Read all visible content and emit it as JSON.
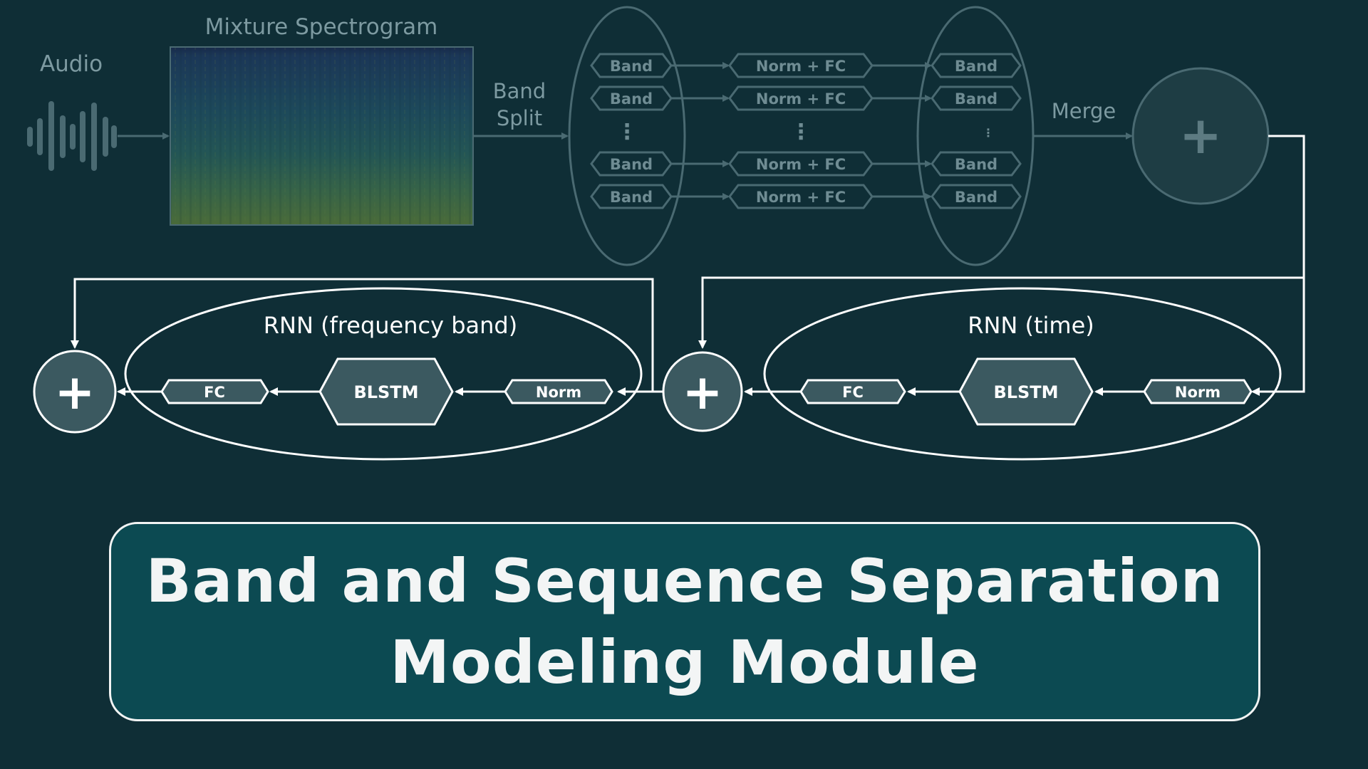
{
  "colors": {
    "background": "#0f2e36",
    "dim_stroke": "#4a6a72",
    "dim_text": "#7d9aa1",
    "box_fill": "#3b5960",
    "bright_stroke": "#ffffff",
    "title_fill": "#0c4a52"
  },
  "top": {
    "audio_label": "Audio",
    "spectrogram_label": "Mixture Spectrogram",
    "band_split_label_1": "Band",
    "band_split_label_2": "Split",
    "merge_label": "Merge",
    "band_label": "Band",
    "norm_fc_label": "Norm + FC",
    "ellipsis": "⋮",
    "plus": "+"
  },
  "rnn_freq": {
    "title": "RNN (frequency band)",
    "fc": "FC",
    "blstm": "BLSTM",
    "norm": "Norm"
  },
  "rnn_time": {
    "title": "RNN (time)",
    "fc": "FC",
    "blstm": "BLSTM",
    "norm": "Norm"
  },
  "sum_symbol": "+",
  "icons": [
    "waveform-icon",
    "plus-icon",
    "arrow-icon"
  ],
  "title": {
    "line1": "Band and Sequence Separation",
    "line2": "Modeling Module"
  }
}
